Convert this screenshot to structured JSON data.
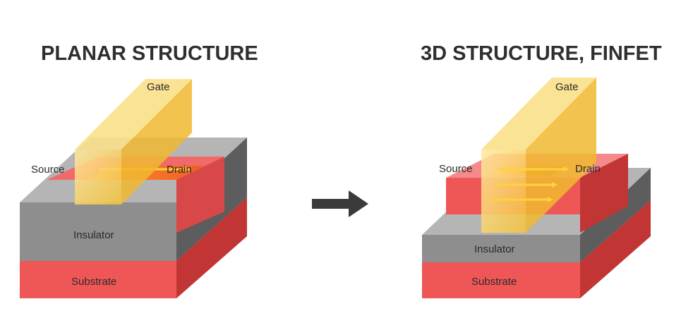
{
  "planar": {
    "title": "PLANAR STRUCTURE",
    "gate": "Gate",
    "source": "Source",
    "drain": "Drain",
    "insulator": "Insulator",
    "substrate": "Substrate"
  },
  "finfet": {
    "title": "3D STRUCTURE, FINFET",
    "gate": "Gate",
    "source": "Source",
    "drain": "Drain",
    "insulator": "Insulator",
    "substrate": "Substrate"
  },
  "colors": {
    "substrate": "#ef5757",
    "insulator": "#8e8e8e",
    "gate": "#f7c843",
    "channel": "#ff8a1f",
    "arrow": "#3a3a3a"
  },
  "icons": {
    "transition": "right-arrow-icon"
  }
}
